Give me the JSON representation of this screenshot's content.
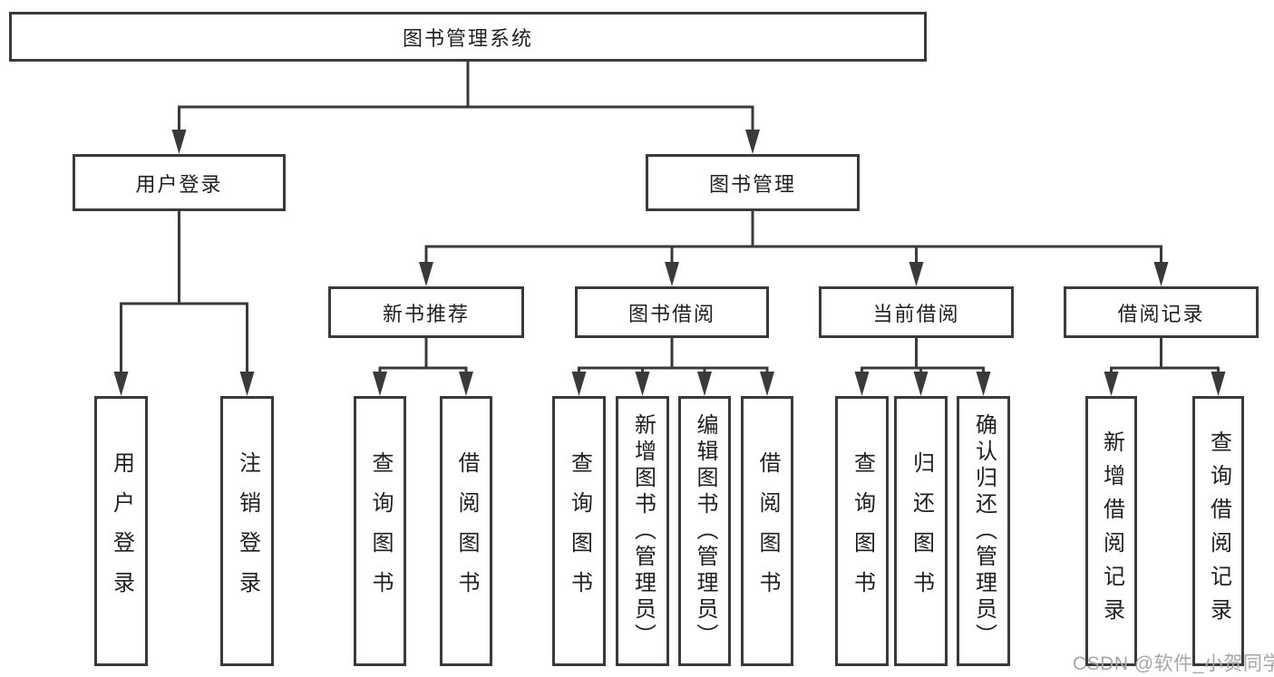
{
  "colors": {
    "line": "#3a3a3a",
    "text": "#1f1f1f",
    "canvas": "#ffffff",
    "watermark": "#a6a6a6"
  },
  "diagram": {
    "root": {
      "label": "图书管理系统"
    },
    "level2": [
      {
        "label": "用户登录"
      },
      {
        "label": "图书管理"
      }
    ],
    "level3": [
      {
        "label": "新书推荐",
        "parent": "图书管理"
      },
      {
        "label": "图书借阅",
        "parent": "图书管理"
      },
      {
        "label": "当前借阅",
        "parent": "图书管理"
      },
      {
        "label": "借阅记录",
        "parent": "图书管理"
      }
    ],
    "leaves": [
      {
        "label": "用户登录",
        "parent": "用户登录"
      },
      {
        "label": "注销登录",
        "parent": "用户登录"
      },
      {
        "label": "查询图书",
        "parent": "新书推荐"
      },
      {
        "label": "借阅图书",
        "parent": "新书推荐"
      },
      {
        "label": "查询图书",
        "parent": "图书借阅"
      },
      {
        "label": "新增图书（管理员）",
        "parent": "图书借阅"
      },
      {
        "label": "编辑图书（管理员）",
        "parent": "图书借阅"
      },
      {
        "label": "借阅图书",
        "parent": "图书借阅"
      },
      {
        "label": "查询图书",
        "parent": "当前借阅"
      },
      {
        "label": "归还图书",
        "parent": "当前借阅"
      },
      {
        "label": "确认归还（管理员）",
        "parent": "当前借阅"
      },
      {
        "label": "新增借阅记录",
        "parent": "借阅记录"
      },
      {
        "label": "查询借阅记录",
        "parent": "借阅记录"
      }
    ]
  },
  "watermark": {
    "text": "CSDN @软件_小贺同学"
  }
}
